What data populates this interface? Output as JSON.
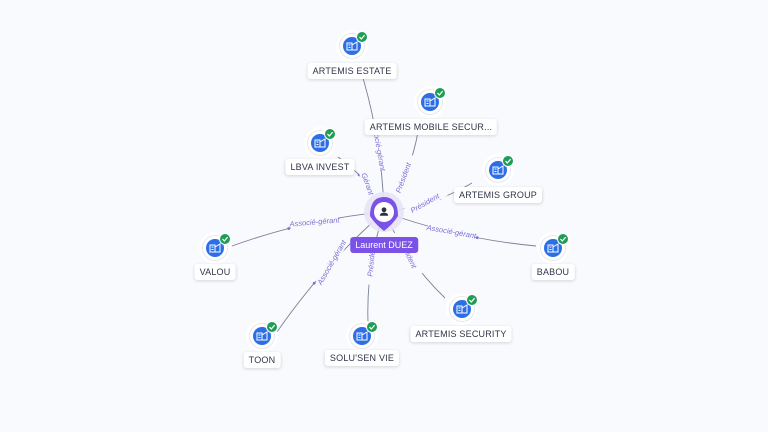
{
  "colors": {
    "edge": "#7a8196",
    "edge_label": "#7a6fd6",
    "company": "#2c6ee6",
    "verified": "#1f9d55",
    "person": "#7b52e8"
  },
  "center": {
    "name": "Laurent DUEZ",
    "icon": "person-icon"
  },
  "companies": [
    {
      "name": "ARTEMIS ESTATE",
      "role": "Associé-gérant",
      "icon": "building-icon",
      "verified": true
    },
    {
      "name": "ARTEMIS MOBILE SECUR...",
      "role": "Président",
      "icon": "building-icon",
      "verified": true
    },
    {
      "name": "LBVA INVEST",
      "role": "Gérant",
      "icon": "building-icon",
      "verified": true
    },
    {
      "name": "ARTEMIS GROUP",
      "role": "Président",
      "icon": "building-icon",
      "verified": true
    },
    {
      "name": "VALOU",
      "role": "Associé-gérant",
      "icon": "building-icon",
      "verified": true
    },
    {
      "name": "BABOU",
      "role": "Associé-gérant",
      "icon": "building-icon",
      "verified": true
    },
    {
      "name": "TOON",
      "role": "Associé-gérant",
      "icon": "building-icon",
      "verified": true
    },
    {
      "name": "SOLU'SEN VIE",
      "role": "Président",
      "icon": "building-icon",
      "verified": true
    },
    {
      "name": "ARTEMIS SECURITY",
      "role": "Président",
      "icon": "building-icon",
      "verified": true
    }
  ]
}
